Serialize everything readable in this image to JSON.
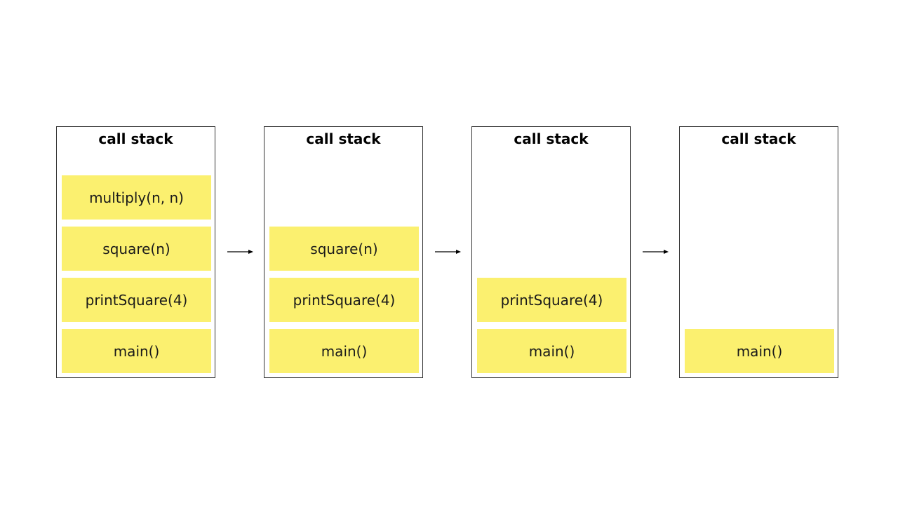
{
  "colors": {
    "frame_fill": "#fbf06f",
    "border": "#333333",
    "arrow": "#000000"
  },
  "stages": [
    {
      "title": "call stack",
      "frames": [
        "multiply(n, n)",
        "square(n)",
        "printSquare(4)",
        "main()"
      ]
    },
    {
      "title": "call stack",
      "frames": [
        "square(n)",
        "printSquare(4)",
        "main()"
      ]
    },
    {
      "title": "call stack",
      "frames": [
        "printSquare(4)",
        "main()"
      ]
    },
    {
      "title": "call stack",
      "frames": [
        "main()"
      ]
    }
  ]
}
